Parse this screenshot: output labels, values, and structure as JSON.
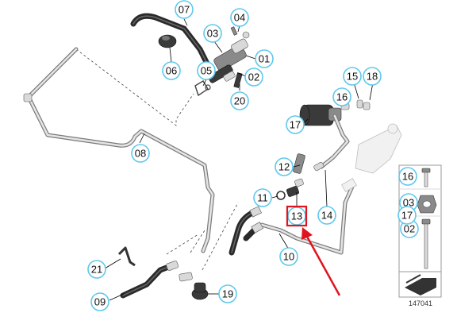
{
  "callouts": {
    "c01": "01",
    "c02": "02",
    "c03": "03",
    "c04": "04",
    "c05": "05",
    "c06": "06",
    "c07": "07",
    "c08": "08",
    "c09": "09",
    "c10": "10",
    "c11": "11",
    "c12": "12",
    "c13": "13",
    "c14": "14",
    "c15": "15",
    "c16": "16",
    "c17": "17",
    "c18": "18",
    "c19": "19",
    "c20": "20",
    "c21": "21"
  },
  "legend": {
    "c16": "16",
    "c03": "03",
    "c17": "17",
    "c02": "02"
  },
  "image_number": "147041",
  "highlight": {
    "target": "13",
    "color": "#e0141e"
  },
  "colors": {
    "callout_ring": "#5ec8ec",
    "highlight": "#e0141e"
  }
}
